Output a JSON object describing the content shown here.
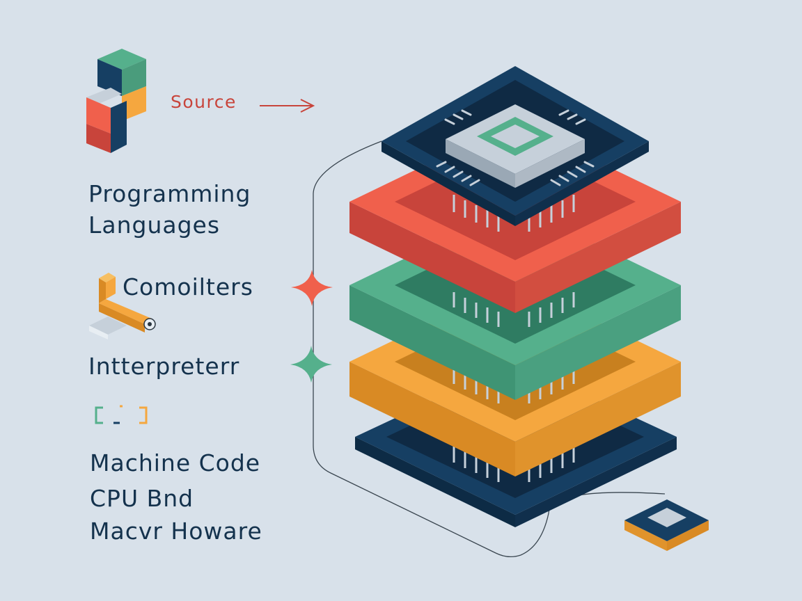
{
  "labels": {
    "source": "Source",
    "programming_line1": "Programming",
    "programming_line2": "Languages",
    "compilers": "Comoilters",
    "interpreter": "Intterpreterr",
    "machine_code": "Machine Code",
    "cpu_line": "CPU Bnd",
    "hardware_line": "Macvr Howare"
  },
  "colors": {
    "background": "#d8e1ea",
    "navy": "#163f63",
    "red": "#f0604c",
    "green": "#55b08c",
    "orange": "#f5a73f",
    "chip": "#c6d0da",
    "label_text": "#14324d",
    "source_text": "#c8443b"
  },
  "icons": [
    "cube-stack-icon",
    "pipe-wrench-icon",
    "bracket-icon",
    "cpu-chip-icon",
    "sparkle-red-icon",
    "sparkle-green-icon",
    "arrow-right-icon"
  ]
}
